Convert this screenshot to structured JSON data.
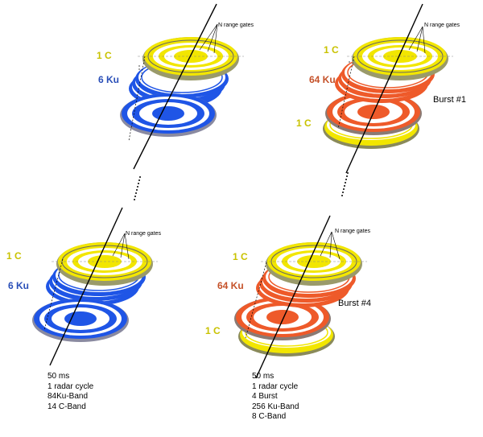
{
  "colors": {
    "yellow": "#f2e600",
    "blue": "#1f55e6",
    "orange": "#ee5a2a",
    "c_label": "#c9c200",
    "ku_blue_label": "#2a4fb8",
    "ku_orange_label": "#c5522a"
  },
  "panels": [
    {
      "c_top": "1 C",
      "ku": "6 Ku",
      "gates": "N range gates"
    },
    {
      "c_top": "1 C",
      "ku": "64 Ku",
      "c_bottom": "1 C",
      "gates": "N range gates",
      "burst": "Burst #1"
    },
    {
      "c_top": "1 C",
      "ku": "6 Ku",
      "gates": "N range gates"
    },
    {
      "c_top": "1 C",
      "ku": "64 Ku",
      "c_bottom": "1 C",
      "gates": "N range gates",
      "burst": "Burst #4"
    }
  ],
  "notes_left": [
    "50 ms",
    "1 radar cycle",
    "84Ku-Band",
    "14 C-Band"
  ],
  "notes_right": [
    "50 ms",
    "1 radar cycle",
    "4 Burst",
    "256 Ku-Band",
    "8 C-Band"
  ]
}
